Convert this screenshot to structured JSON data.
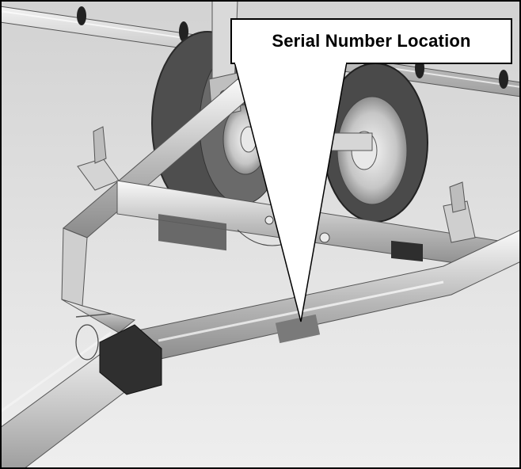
{
  "callout": {
    "label": "Serial Number Location"
  },
  "colors": {
    "background": "#e6e6e6",
    "frame": "#c4c4c4",
    "wheel": "#5a5a5a",
    "callout_fill": "#ffffff",
    "callout_border": "#000000",
    "serial_plate": "#7a7a7a"
  },
  "icons": {
    "scene": "trailer-frame-illustration",
    "pointer": "callout-pointer"
  }
}
